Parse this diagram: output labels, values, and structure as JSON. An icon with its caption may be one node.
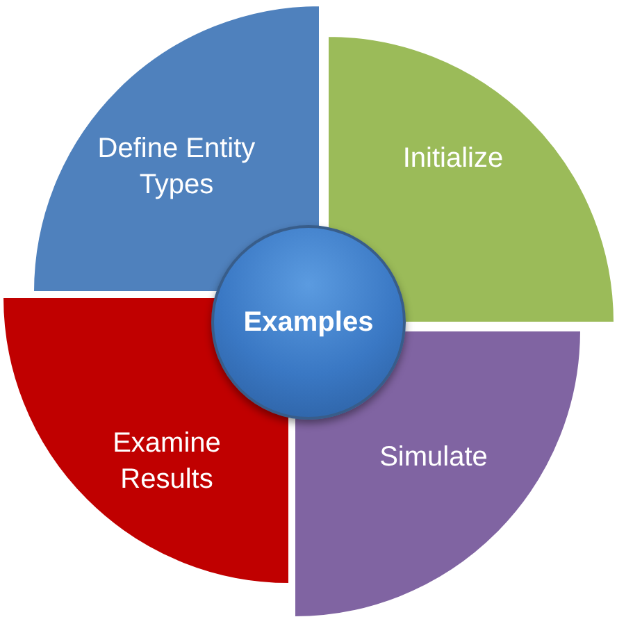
{
  "diagram": {
    "nodes": [
      {
        "text": [
          "Define Entity Types"
        ]
      },
      {
        "text": [
          "Initialize"
        ]
      },
      {
        "text": [
          "Examples"
        ]
      },
      {
        "text": [
          "Examine Results"
        ]
      },
      {
        "text": [
          "Simulate"
        ]
      }
    ]
  }
}
